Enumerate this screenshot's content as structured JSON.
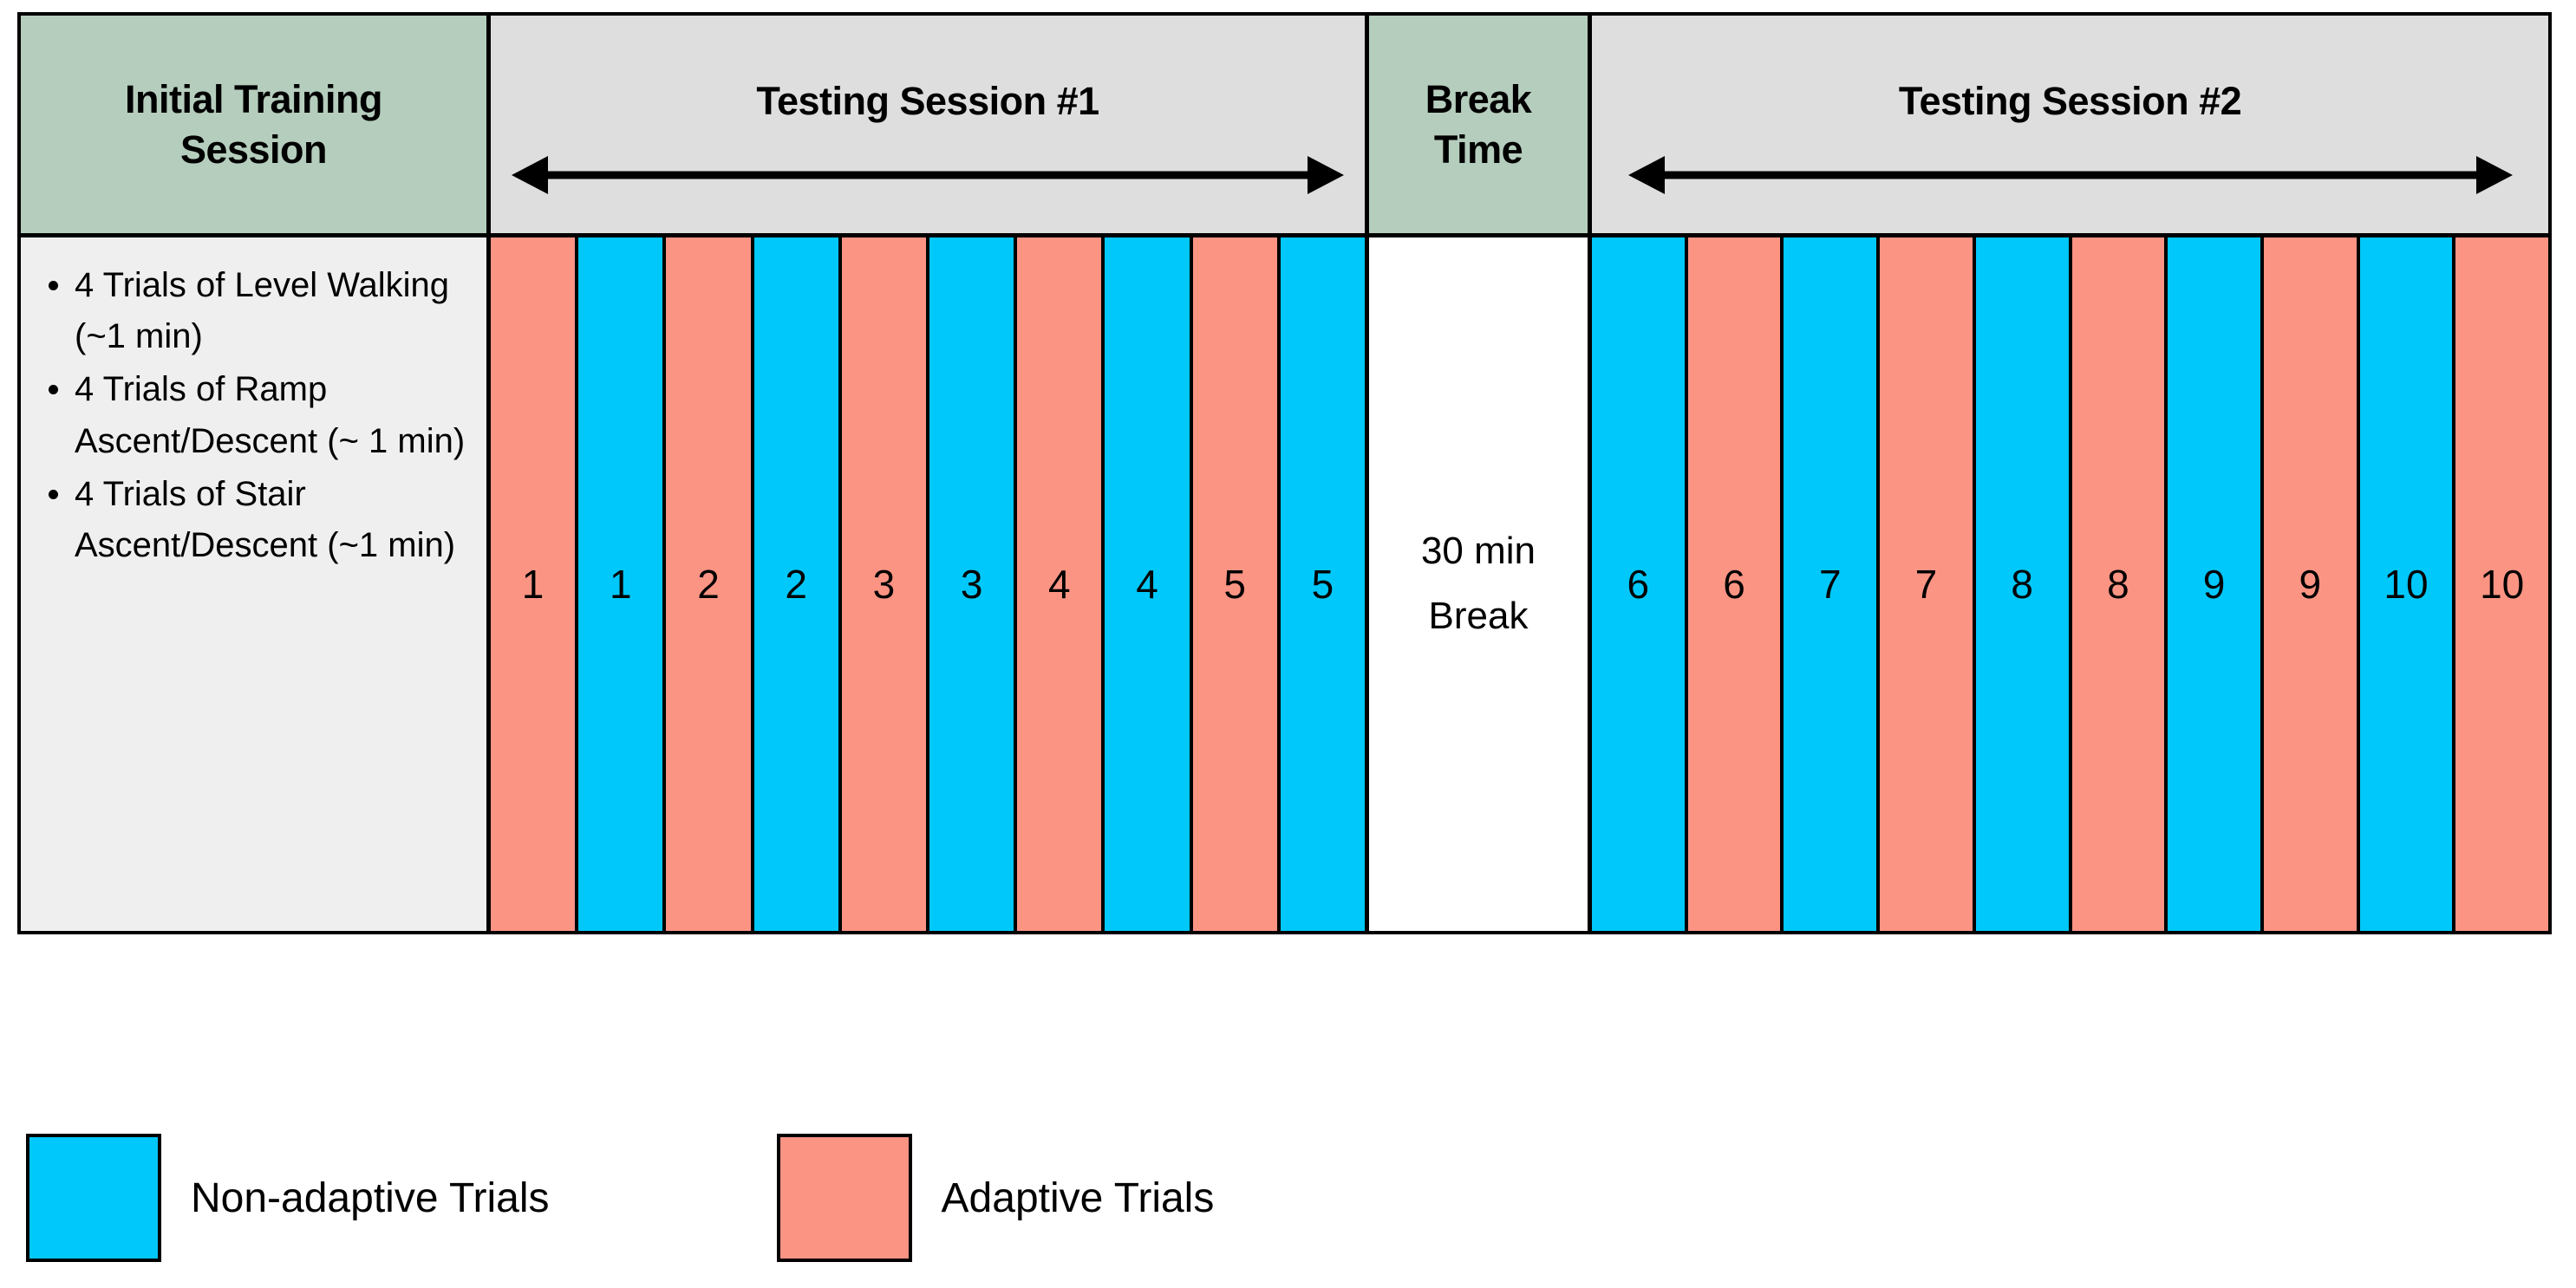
{
  "colors": {
    "adaptive": "#fc9484",
    "non_adaptive": "#00c8fa",
    "header_green": "#b5cdbd",
    "header_grey": "#dedede",
    "body_grey": "#efefef",
    "border": "#000000"
  },
  "table": {
    "headers": {
      "initial_training": "Initial Training\nSession",
      "initial_training_line1": "Initial Training",
      "initial_training_line2": "Session",
      "session1": "Testing Session #1",
      "break_line1": "Break",
      "break_line2": "Time",
      "session2": "Testing Session #2"
    },
    "initial_training_items": [
      "4 Trials of Level Walking (~1 min)",
      "4 Trials of Ramp Ascent/Descent (~ 1 min)",
      "4 Trials of Stair Ascent/Descent (~1 min)"
    ],
    "break": {
      "line1": "30 min",
      "line2": "Break"
    },
    "session1_trials": [
      {
        "label": "1",
        "type": "adaptive"
      },
      {
        "label": "1",
        "type": "non_adaptive"
      },
      {
        "label": "2",
        "type": "adaptive"
      },
      {
        "label": "2",
        "type": "non_adaptive"
      },
      {
        "label": "3",
        "type": "adaptive"
      },
      {
        "label": "3",
        "type": "non_adaptive"
      },
      {
        "label": "4",
        "type": "adaptive"
      },
      {
        "label": "4",
        "type": "non_adaptive"
      },
      {
        "label": "5",
        "type": "adaptive"
      },
      {
        "label": "5",
        "type": "non_adaptive"
      }
    ],
    "session2_trials": [
      {
        "label": "6",
        "type": "non_adaptive"
      },
      {
        "label": "6",
        "type": "adaptive"
      },
      {
        "label": "7",
        "type": "non_adaptive"
      },
      {
        "label": "7",
        "type": "adaptive"
      },
      {
        "label": "8",
        "type": "non_adaptive"
      },
      {
        "label": "8",
        "type": "adaptive"
      },
      {
        "label": "9",
        "type": "non_adaptive"
      },
      {
        "label": "9",
        "type": "adaptive"
      },
      {
        "label": "10",
        "type": "non_adaptive"
      },
      {
        "label": "10",
        "type": "adaptive"
      }
    ]
  },
  "legend": {
    "non_adaptive_label": "Non-adaptive Trials",
    "adaptive_label": "Adaptive Trials"
  },
  "icons": {
    "double_arrow": "double-headed-horizontal-arrow"
  }
}
